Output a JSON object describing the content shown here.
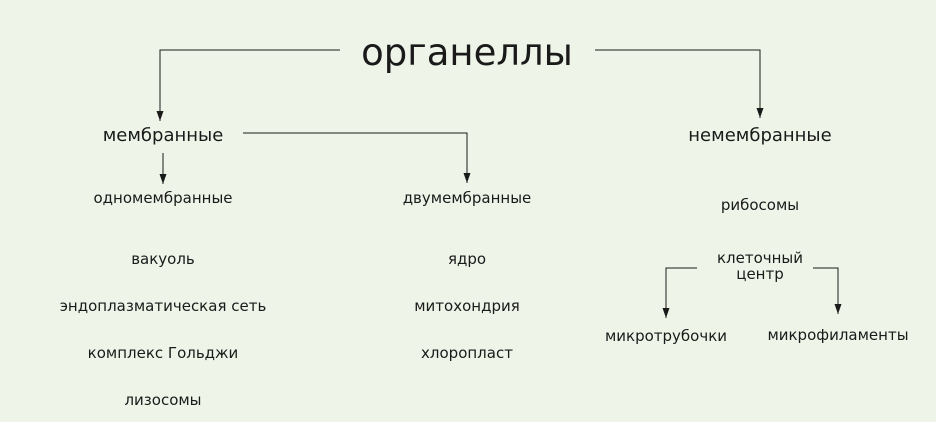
{
  "title": "органеллы",
  "nodes": {
    "membrane": {
      "label": "мембранные"
    },
    "non_membrane": {
      "label": "немембранные"
    },
    "single_membrane": {
      "label": "одномембранные",
      "items": [
        "вакуоль",
        "эндоплазматическая сеть",
        "комплекс Гольджи",
        "лизосомы"
      ]
    },
    "double_membrane": {
      "label": "двумембранные",
      "items": [
        "ядро",
        "митохондрия",
        "хлоропласт"
      ]
    },
    "ribosomes": {
      "label": "рибосомы"
    },
    "cell_center": {
      "lines": [
        "клеточный",
        "центр"
      ],
      "children": [
        "микротрубочки",
        "микрофиламенты"
      ]
    }
  },
  "colors": {
    "background": "#eef5e8",
    "text": "#1a1a1a",
    "line": "#1a1a1a"
  }
}
